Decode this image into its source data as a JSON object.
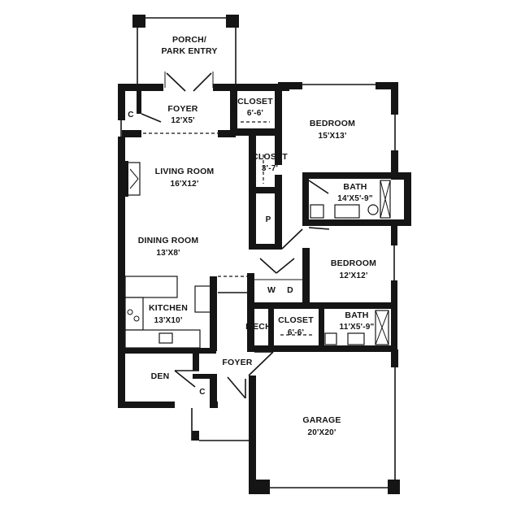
{
  "rooms": {
    "porch": {
      "name": "PORCH/",
      "name2": "PARK ENTRY"
    },
    "foyer_top": {
      "name": "FOYER",
      "dim": "12'X5'"
    },
    "closet_top": {
      "name": "CLOSET",
      "dim": "6'-6'"
    },
    "bedroom_1": {
      "name": "BEDROOM",
      "dim": "15'X13'"
    },
    "closet_mid": {
      "name": "CLOSET",
      "dim": "3'-7'"
    },
    "living": {
      "name": "LIVING ROOM",
      "dim": "16'X12'"
    },
    "bath_1": {
      "name": "BATH",
      "dim": "14'X5'-9\""
    },
    "dining": {
      "name": "DINING ROOM",
      "dim": "13'X8'"
    },
    "bedroom_2": {
      "name": "BEDROOM",
      "dim": "12'X12'"
    },
    "kitchen": {
      "name": "KITCHEN",
      "dim": "13'X10'"
    },
    "closet_low": {
      "name": "CLOSET",
      "dim": "6'-6'"
    },
    "bath_2": {
      "name": "BATH",
      "dim": "11'X5'-9\""
    },
    "mech": {
      "name": "MECH"
    },
    "foyer_low": {
      "name": "FOYER"
    },
    "den": {
      "name": "DEN"
    },
    "garage": {
      "name": "GARAGE",
      "dim": "20'X20'"
    }
  },
  "marks": {
    "closet_c_top": "C",
    "closet_c_low": "C",
    "pantry": "P",
    "washer": "W",
    "dryer": "D"
  },
  "colors": {
    "wall": "#151515",
    "background": "#ffffff"
  }
}
